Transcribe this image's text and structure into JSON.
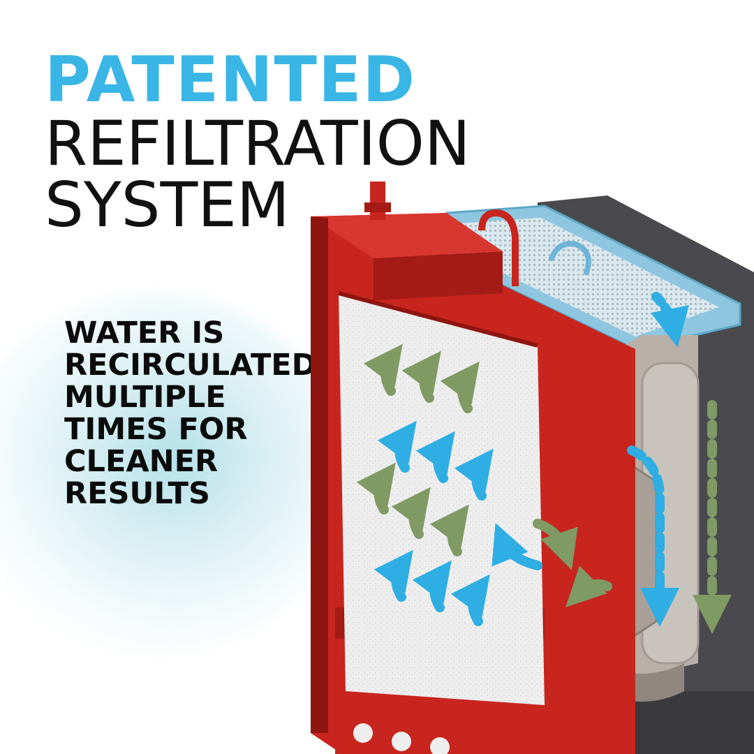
{
  "headline": {
    "line1": "PATENTED",
    "line2": "REFILTRATION",
    "line3": "SYSTEM"
  },
  "subtext": {
    "lines": [
      "WATER IS",
      "RECIRCULATED",
      "MULTIPLE",
      "TIMES FOR",
      "CLEANER",
      "RESULTS"
    ]
  },
  "colors": {
    "accent_blue": "#3ab6e6",
    "headline_black": "#111111",
    "tank_red": "#c8251e",
    "tank_red_dark": "#8e1510",
    "filter_white": "#eeeeee",
    "arrow_blue": "#2eaee3",
    "arrow_green": "#7f9a63",
    "housing_gray": "#a89f97",
    "housing_dark": "#4a4a4e"
  },
  "illustration": {
    "name": "refiltration-cutaway",
    "blue_arrow_count": 9,
    "green_arrow_count": 9
  }
}
